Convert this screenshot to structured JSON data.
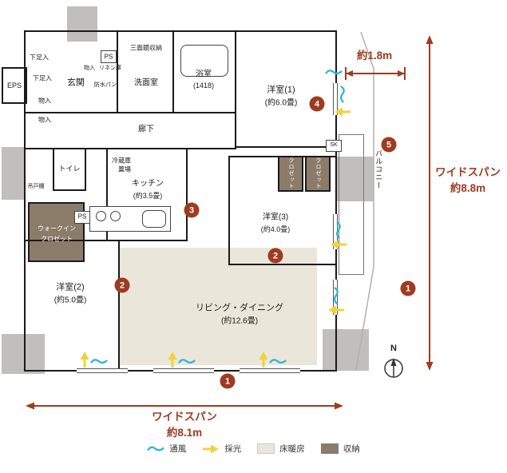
{
  "colors": {
    "accent": "#9e3b20",
    "floor_heating": "#ebe6da",
    "storage": "#8b7c6a",
    "vent": "#2ab5d6",
    "daylight": "#f0d33c",
    "wall": "#1a1a1a",
    "pillar": "#c0bfbd"
  },
  "rooms": {
    "eps": "EPS",
    "shoe_1": "下足入",
    "shoe_2": "下足入",
    "storage_1": "物入",
    "storage_2": "物入",
    "genkan": "玄関",
    "ps_top": "PS",
    "storage_3": "物入",
    "linen": "リネン庫",
    "waterproof_pan": "防水パン",
    "mirror_cabinet": "三面鏡収納",
    "washroom": "洗面室",
    "bathroom": "浴室",
    "bathroom_size": "(1418)",
    "bedroom1": "洋室(1)",
    "bedroom1_size": "(約6.0畳)",
    "corridor": "廊下",
    "sk": "SK",
    "toilet": "トイレ",
    "fridge_1": "冷蔵庫",
    "fridge_2": "置場",
    "kitchen": "キッチン",
    "kitchen_size": "(約3.5畳)",
    "closet_1": "クロゼット",
    "closet_2": "クロゼット",
    "balcony": "バルコニー",
    "bedroom3": "洋室(3)",
    "bedroom3_size": "(約4.0畳)",
    "wic_1": "ウォークイン",
    "wic_2": "クロゼット",
    "ps_2": "PS",
    "hanging_cupboard": "吊戸棚",
    "bedroom2": "洋室(2)",
    "bedroom2_size": "(約5.0畳)",
    "living": "リビング・ダイニング",
    "living_size": "(約12.6畳)"
  },
  "markers": {
    "m1a": "1",
    "m1b": "1",
    "m2a": "2",
    "m2b": "2",
    "m3": "3",
    "m4": "4",
    "m5": "5"
  },
  "dimensions": {
    "top": "約1.8m",
    "right_line1": "ワイドスパン",
    "right_line2": "約8.8m",
    "bottom_line1": "ワイドスパン",
    "bottom_line2": "約8.1m"
  },
  "legend": {
    "items": [
      {
        "icon": "vent-wave-icon",
        "label": "通風"
      },
      {
        "icon": "daylight-arrow-icon",
        "label": "採光"
      },
      {
        "icon": "floor-heating-swatch",
        "label": "床暖房"
      },
      {
        "icon": "storage-swatch",
        "label": "収納"
      }
    ]
  },
  "compass": "N"
}
